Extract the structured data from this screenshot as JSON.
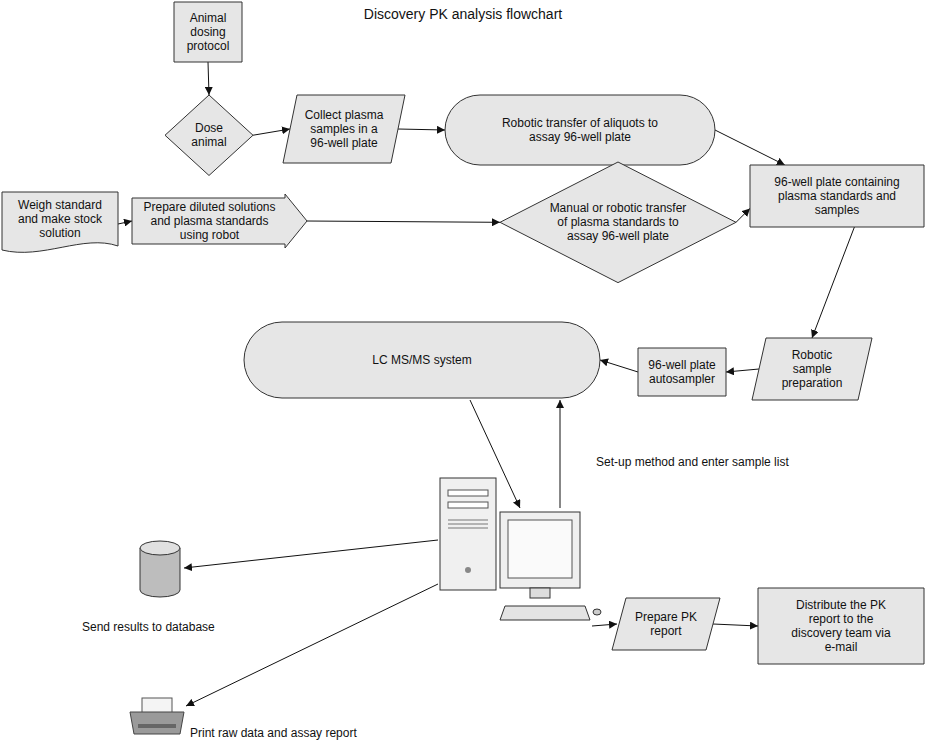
{
  "diagram": {
    "title": "Discovery PK analysis flowchart",
    "nodes": [
      {
        "text": [
          "Animal dosing protocol"
        ]
      },
      {
        "text": [
          "Dose animal"
        ]
      },
      {
        "text": [
          "Collect plasma samples in a 96-well plate"
        ]
      },
      {
        "text": [
          "Robotic transfer of aliquots to assay 96-well plate"
        ]
      },
      {
        "text": [
          "96-well plate containing plasma standards and samples"
        ]
      },
      {
        "text": [
          "Weigh standard and make stock solution"
        ]
      },
      {
        "text": [
          "Prepare diluted solutions and plasma standards using robot"
        ]
      },
      {
        "text": [
          "Manual or robotic transfer of plasma standards to assay 96-well plate"
        ]
      },
      {
        "text": [
          "Robotic sample preparation"
        ]
      },
      {
        "text": [
          "96-well plate autosampler"
        ]
      },
      {
        "text": [
          "LC MS/MS system"
        ]
      },
      {
        "text": [
          "Prepare PK report"
        ]
      },
      {
        "text": [
          "Distribute the PK report to the discovery team via e-mail"
        ]
      }
    ],
    "edges": [
      {
        "from": 0,
        "to": 1,
        "arrow": "to"
      },
      {
        "from": 1,
        "to": 2,
        "arrow": "to"
      },
      {
        "from": 2,
        "to": 3,
        "arrow": "to"
      },
      {
        "from": 3,
        "to": 4,
        "arrow": "to"
      },
      {
        "from": 5,
        "to": 6,
        "arrow": "to"
      },
      {
        "from": 6,
        "to": 7,
        "arrow": "to"
      },
      {
        "from": 7,
        "to": 4,
        "arrow": "to"
      },
      {
        "from": 4,
        "to": 8,
        "arrow": "to"
      },
      {
        "from": 8,
        "to": 9,
        "arrow": "to"
      },
      {
        "from": 9,
        "to": 10,
        "arrow": "to"
      },
      {
        "from": 11,
        "to": 12,
        "arrow": "to"
      }
    ],
    "labels": [
      "Set-up method and enter sample list",
      "Send results to database",
      "Print raw data and assay report"
    ]
  }
}
